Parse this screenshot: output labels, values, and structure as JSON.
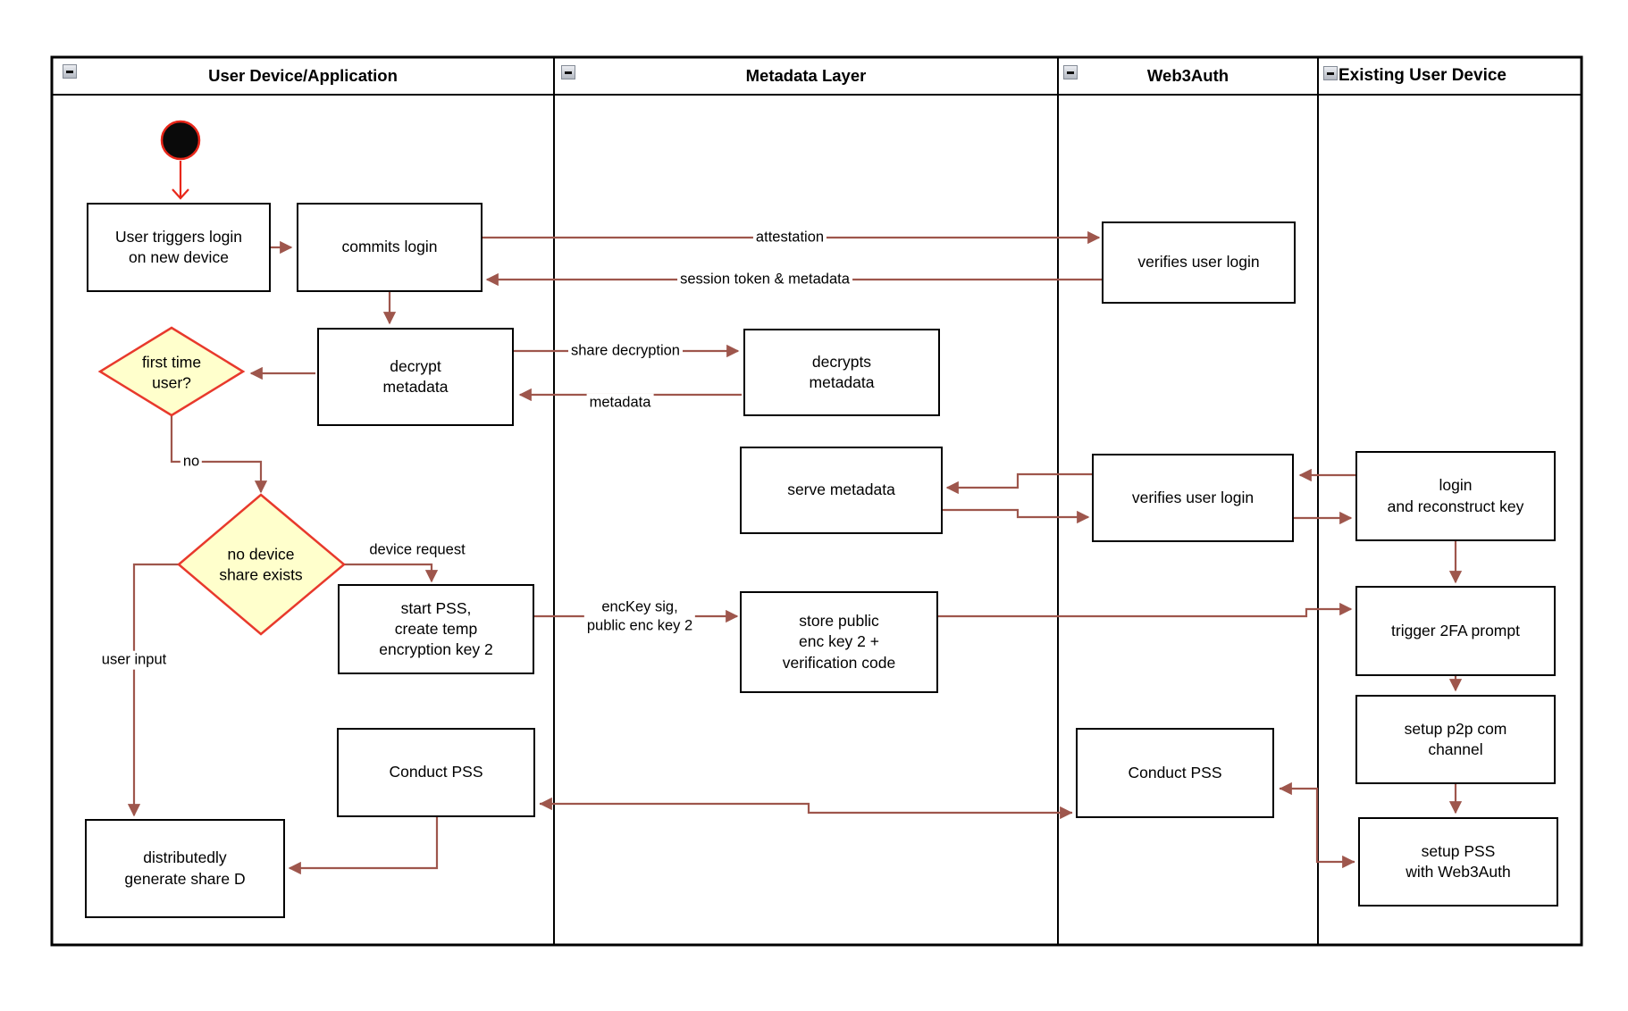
{
  "colors": {
    "arrow": "#9e564c",
    "start": "#e8271a",
    "decision_border": "#e8392c",
    "decision_fill": "#ffffcc",
    "border": "#000000",
    "node_fill": "#ffffff"
  },
  "lanes": [
    {
      "title": "User Device/Application"
    },
    {
      "title": "Metadata Layer"
    },
    {
      "title": "Web3Auth"
    },
    {
      "title": "Existing User Device"
    }
  ],
  "nodes": {
    "user_triggers": "User triggers login\non new device",
    "commits_login": "commits login",
    "verifies_login_top": "verifies user login",
    "decrypt_metadata": "decrypt\nmetadata",
    "decrypts_metadata": "decrypts\nmetadata",
    "serve_metadata": "serve metadata",
    "verifies_login_mid": "verifies user login",
    "login_reconstruct": "login\nand reconstruct key",
    "start_pss": "start PSS,\ncreate temp\nencryption key 2",
    "store_public": "store public\nenc key 2 +\nverification code",
    "trigger_2fa": "trigger 2FA prompt",
    "setup_p2p": "setup p2p com\nchannel",
    "conduct_pss_left": "Conduct PSS",
    "conduct_pss_right": "Conduct PSS",
    "setup_pss": "setup PSS\nwith Web3Auth",
    "generate_share": "distributedly\ngenerate share D"
  },
  "decisions": {
    "first_time": "first time\nuser?",
    "no_device_share": "no device\nshare exists"
  },
  "edge_labels": {
    "attestation": "attestation",
    "session_token": "session token & metadata",
    "share_decryption": "share decryption",
    "metadata": "metadata",
    "no": "no",
    "device_request": "device request",
    "enckey": "encKey sig,\npublic enc key 2",
    "user_input": "user input"
  }
}
